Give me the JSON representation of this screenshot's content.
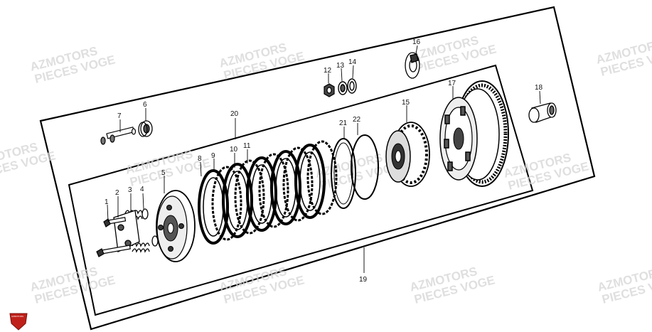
{
  "diagram": {
    "callouts": [
      "1",
      "2",
      "3",
      "4",
      "5",
      "6",
      "7",
      "8",
      "9",
      "10",
      "11",
      "12",
      "13",
      "14",
      "15",
      "16",
      "17",
      "18",
      "19",
      "20",
      "21",
      "22"
    ]
  },
  "watermark": {
    "line1": "AZMOTORS",
    "line2": "PIECES VOGE"
  },
  "logo": {
    "text": "AZMOTORS",
    "color": "#c0201a"
  }
}
